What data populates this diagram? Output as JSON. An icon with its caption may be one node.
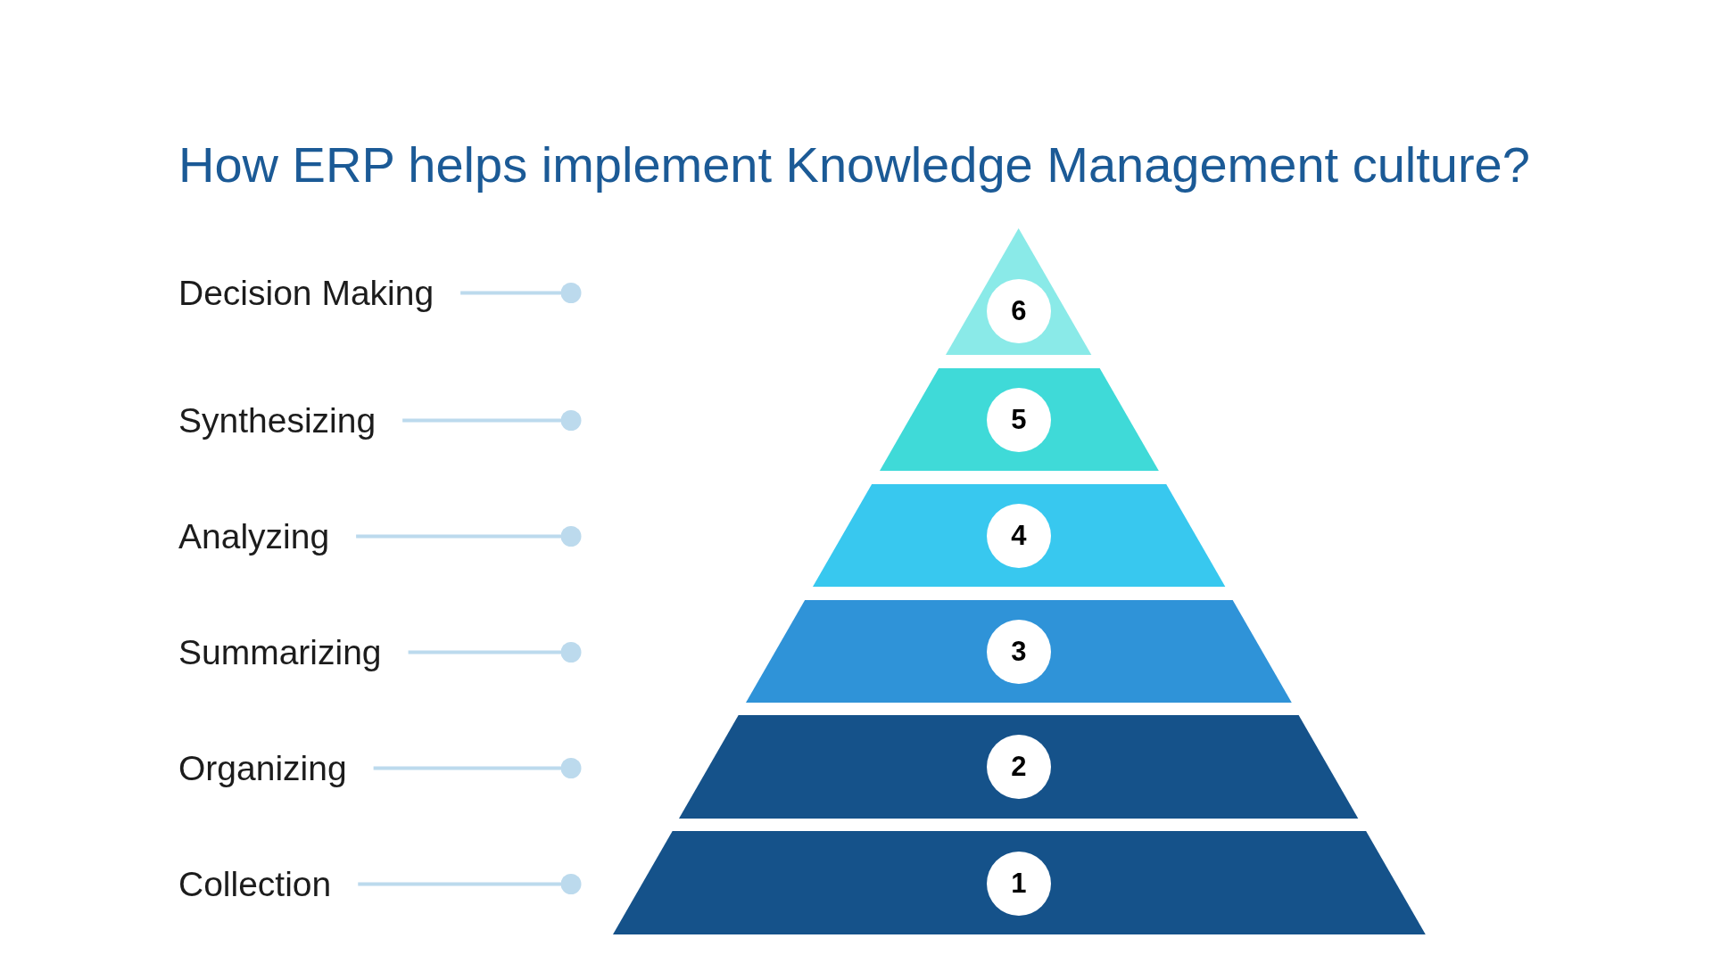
{
  "diagram": {
    "title": "How ERP helps implement Knowledge Management culture?",
    "nodes": [
      {
        "text": [
          "Decision Making"
        ]
      },
      {
        "text": [
          "Synthesizing"
        ]
      },
      {
        "text": [
          "Analyzing"
        ]
      },
      {
        "text": [
          "Summarizing"
        ]
      },
      {
        "text": [
          "Organizing"
        ]
      },
      {
        "text": [
          "Collection"
        ]
      },
      {
        "text": [
          "6"
        ]
      },
      {
        "text": [
          "5"
        ]
      },
      {
        "text": [
          "4"
        ]
      },
      {
        "text": [
          "3"
        ]
      },
      {
        "text": [
          "2"
        ]
      },
      {
        "text": [
          "1"
        ]
      }
    ],
    "edges": [
      {
        "from": 0,
        "to": null,
        "arrow": "other"
      },
      {
        "from": 1,
        "to": null,
        "arrow": "other"
      },
      {
        "from": 2,
        "to": null,
        "arrow": "other"
      },
      {
        "from": 3,
        "to": null,
        "arrow": "other"
      },
      {
        "from": 4,
        "to": null,
        "arrow": "other"
      },
      {
        "from": 5,
        "to": null,
        "arrow": "other"
      }
    ]
  }
}
